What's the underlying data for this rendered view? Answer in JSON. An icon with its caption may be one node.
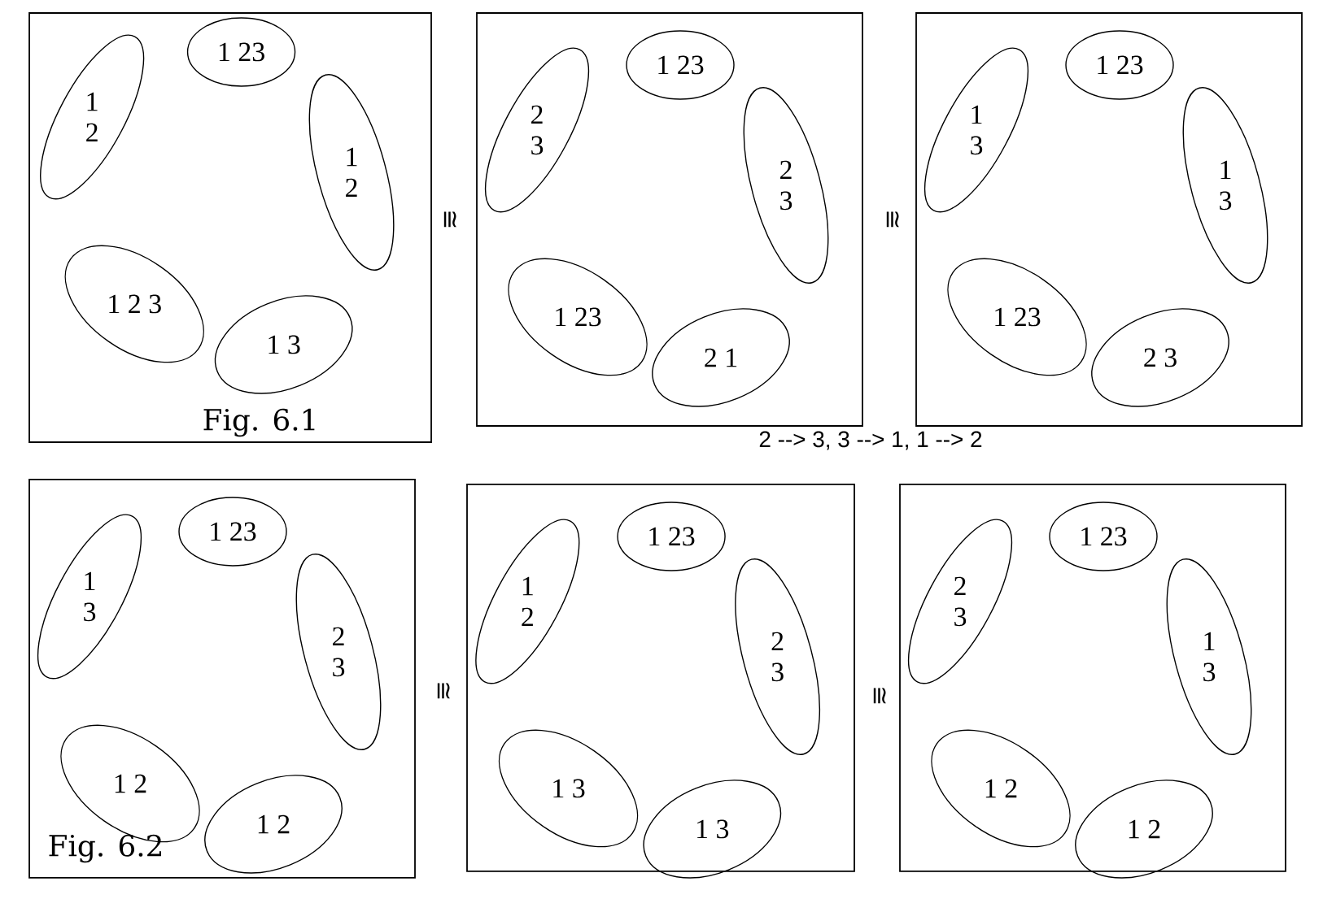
{
  "diagram": {
    "nodes": [
      {
        "text": [
          "Fig. 6.1"
        ]
      },
      {
        "text": [
          "1 23"
        ],
        "in": 0
      },
      {
        "text": [
          "1 2"
        ],
        "in": 0
      },
      {
        "text": [
          "1 2"
        ],
        "in": 0
      },
      {
        "text": [
          "1 2 3"
        ],
        "in": 0
      },
      {
        "text": [
          "1 3"
        ],
        "in": 0
      },
      {
        "text": [],
        "shape": "box"
      },
      {
        "text": [
          "1 23"
        ],
        "in": 6
      },
      {
        "text": [
          "2 3"
        ],
        "in": 6
      },
      {
        "text": [
          "2 3"
        ],
        "in": 6
      },
      {
        "text": [
          "1 23"
        ],
        "in": 6
      },
      {
        "text": [
          "2 1"
        ],
        "in": 6
      },
      {
        "text": [],
        "shape": "box"
      },
      {
        "text": [
          "1 23"
        ],
        "in": 12
      },
      {
        "text": [
          "1 3"
        ],
        "in": 12
      },
      {
        "text": [
          "1 3"
        ],
        "in": 12
      },
      {
        "text": [
          "1 23"
        ],
        "in": 12
      },
      {
        "text": [
          "2 3"
        ],
        "in": 12
      },
      {
        "text": [
          "Fig. 6.2"
        ]
      },
      {
        "text": [
          "1 23"
        ],
        "in": 18
      },
      {
        "text": [
          "1 3"
        ],
        "in": 18
      },
      {
        "text": [
          "2 3"
        ],
        "in": 18
      },
      {
        "text": [
          "1 2"
        ],
        "in": 18
      },
      {
        "text": [
          "1 2"
        ],
        "in": 18
      },
      {
        "text": [],
        "shape": "box"
      },
      {
        "text": [
          "1 23"
        ],
        "in": 24
      },
      {
        "text": [
          "1 2"
        ],
        "in": 24
      },
      {
        "text": [
          "2 3"
        ],
        "in": 24
      },
      {
        "text": [
          "1 3"
        ],
        "in": 24
      },
      {
        "text": [
          "1 3"
        ],
        "in": 24
      },
      {
        "text": [],
        "shape": "box"
      },
      {
        "text": [
          "1 23"
        ],
        "in": 30
      },
      {
        "text": [
          "2 3"
        ],
        "in": 30
      },
      {
        "text": [
          "1 3"
        ],
        "in": 30
      },
      {
        "text": [
          "1 2"
        ],
        "in": 30
      },
      {
        "text": [
          "1 2"
        ],
        "in": 30
      }
    ],
    "labels": [
      "≅",
      "≅",
      "2 --> 3,  3 --> 1,  1 --> 2",
      "≅",
      "≅"
    ]
  }
}
